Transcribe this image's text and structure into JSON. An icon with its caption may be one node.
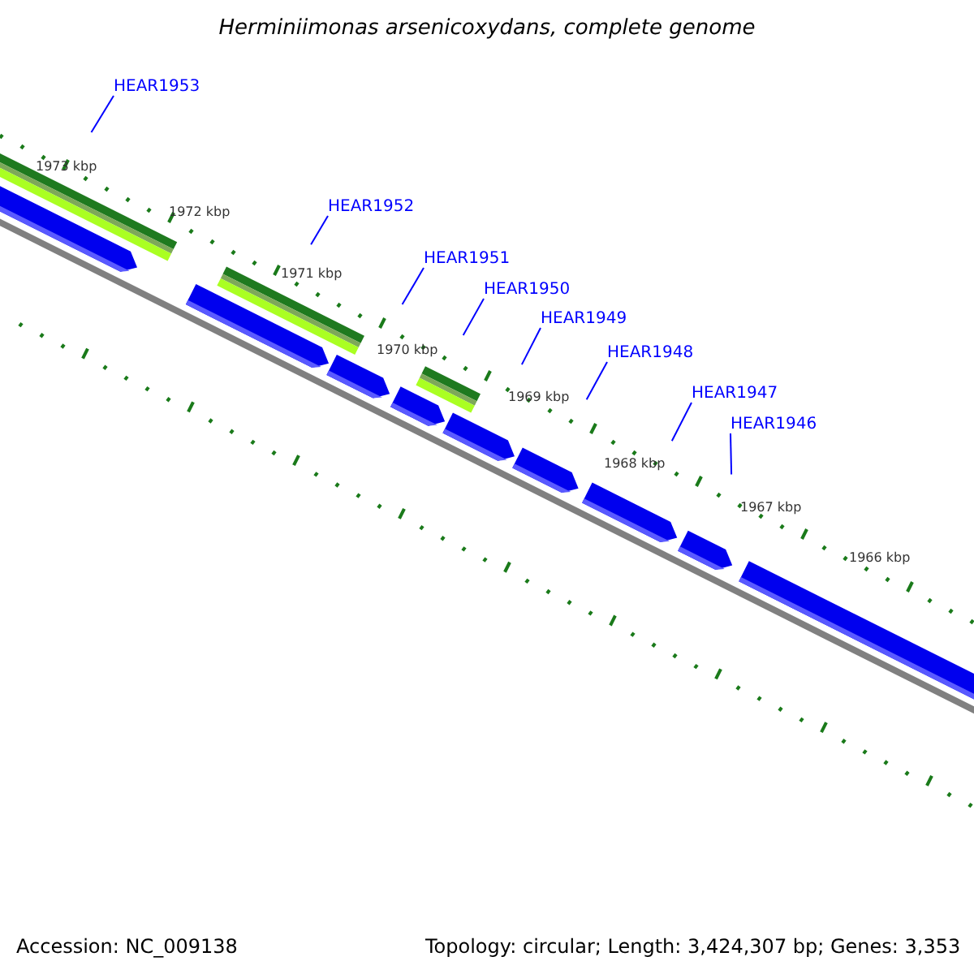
{
  "diagram": {
    "title": "Herminiimonas arsenicoxydans, complete genome",
    "nodes": [
      {
        "text": [
          "HEAR1953"
        ]
      },
      {
        "text": [
          "HEAR1952"
        ]
      },
      {
        "text": [
          "HEAR1951"
        ]
      },
      {
        "text": [
          "HEAR1950"
        ]
      },
      {
        "text": [
          "HEAR1949"
        ]
      },
      {
        "text": [
          "HEAR1948"
        ]
      },
      {
        "text": [
          "HEAR1947"
        ]
      },
      {
        "text": [
          "HEAR1946"
        ]
      }
    ],
    "edges": [
      {
        "from": 0,
        "to": null,
        "arrow": "none"
      },
      {
        "from": 1,
        "to": null,
        "arrow": "none"
      },
      {
        "from": 2,
        "to": null,
        "arrow": "none"
      },
      {
        "from": 3,
        "to": null,
        "arrow": "none"
      },
      {
        "from": 4,
        "to": null,
        "arrow": "none"
      },
      {
        "from": 5,
        "to": null,
        "arrow": "none"
      },
      {
        "from": 6,
        "to": null,
        "arrow": "none"
      },
      {
        "from": 7,
        "to": null,
        "arrow": "none"
      }
    ],
    "labels": [
      "1973 kbp",
      "1972 kbp",
      "1971 kbp",
      "1970 kbp",
      "1969 kbp",
      "1968 kbp",
      "1967 kbp",
      "1966 kbp",
      "Accession: NC_009138",
      "Topology: circular; Length: 3,424,307 bp; Genes: 3,353"
    ]
  }
}
